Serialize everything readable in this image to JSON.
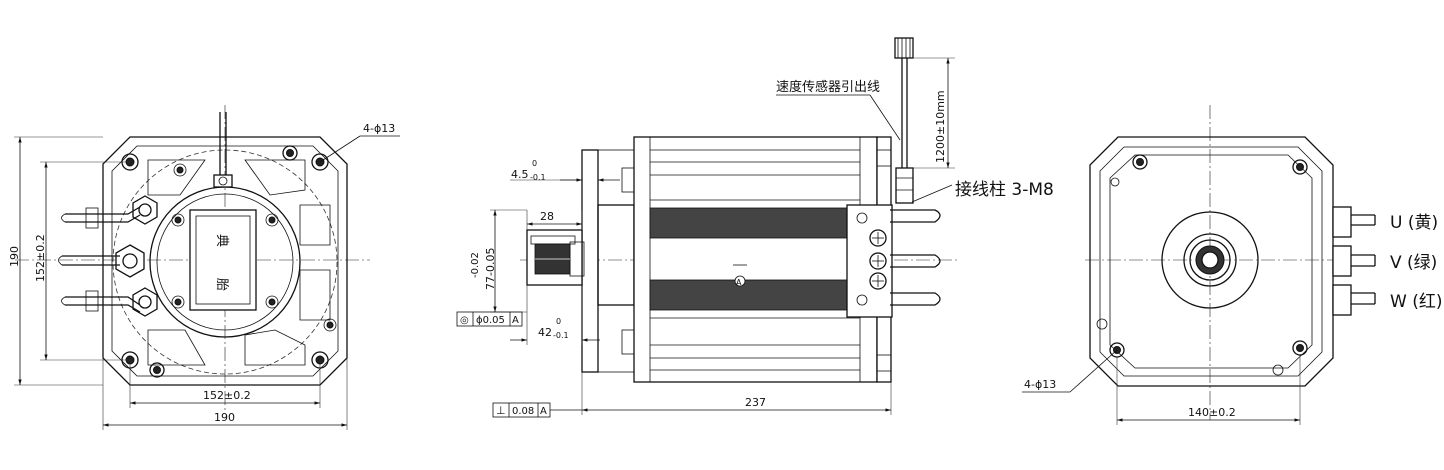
{
  "front_view": {
    "hole_callout": "4-ϕ13",
    "dim_height_overall": "190",
    "dim_height_holes": "152±0.2",
    "dim_width_holes": "152±0.2",
    "dim_width_overall": "190",
    "label_top": "典",
    "label_bottom": "胎"
  },
  "side_view": {
    "speed_sensor_lead": "速度传感器引出线",
    "lead_length": "1200±10mm",
    "terminal_post": "接线柱 3-M8",
    "shaft_offset_value": "4.5",
    "shaft_offset_tol_upper": "0",
    "shaft_offset_tol_lower": "-0.1",
    "shaft_length": "28",
    "shaft_dia_tol_upper": "-0.02",
    "shaft_dia_value": "77-0.05",
    "shoulder_value": "42",
    "shoulder_tol_upper": "0",
    "shoulder_tol_lower": "-0.1",
    "concentricity_symbol": "◎",
    "concentricity_value": "ϕ0.05",
    "concentricity_datum": "A",
    "perpendicularity_symbol": "⊥",
    "perpendicularity_value": "0.08",
    "perpendicularity_datum": "A",
    "body_length": "237",
    "datum_marker": "A"
  },
  "rear_view": {
    "phase_u": "U (黄)",
    "phase_v": "V (绿)",
    "phase_w": "W (红)",
    "hole_callout": "4-ϕ13",
    "dim_width_holes": "140±0.2"
  }
}
